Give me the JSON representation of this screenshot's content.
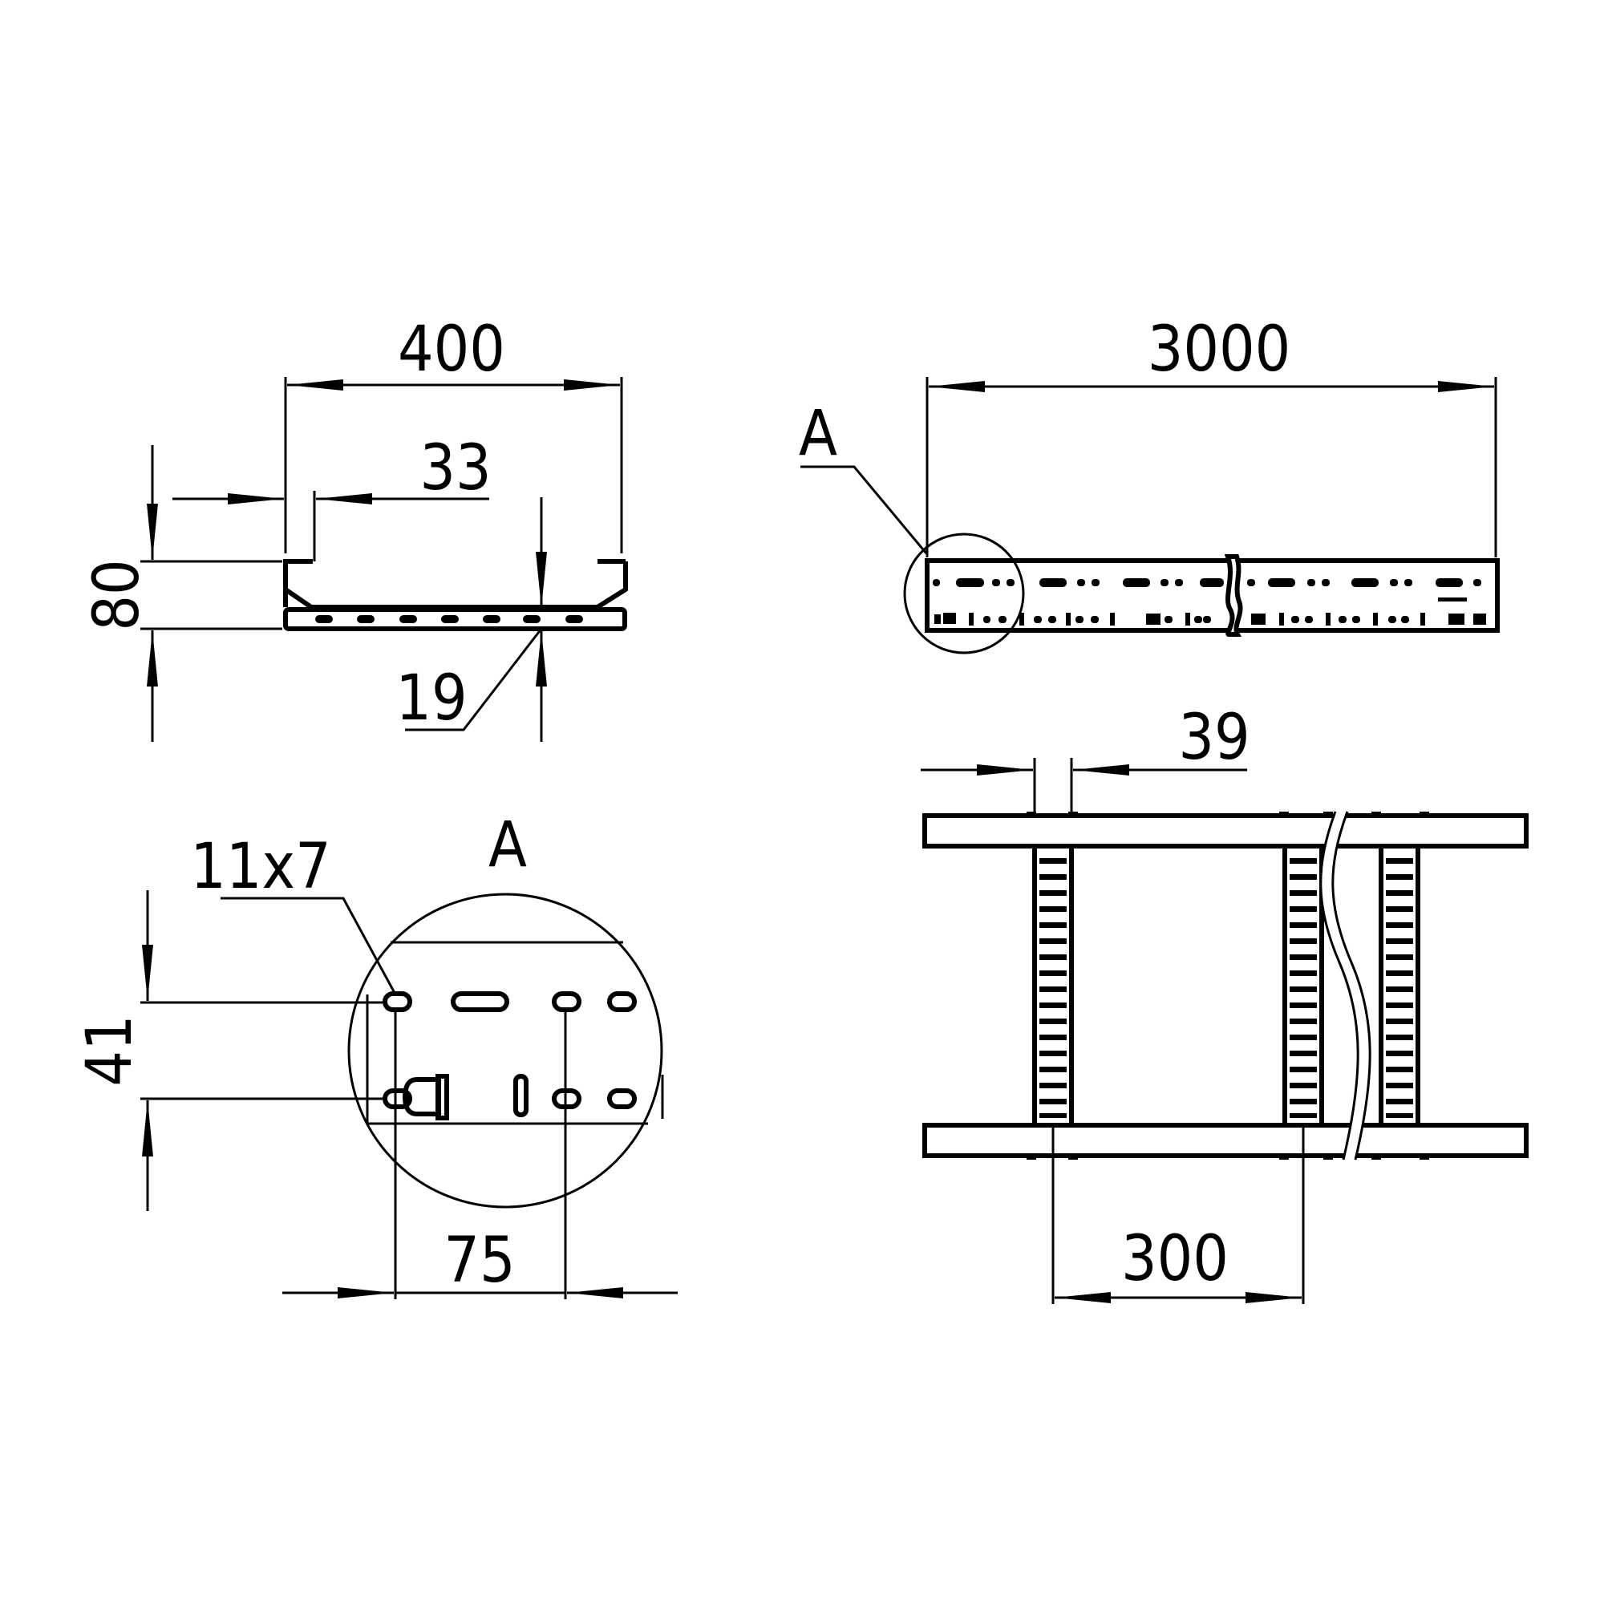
{
  "drawing": {
    "dimensions": {
      "width_400": "400",
      "side_33": "33",
      "height_80": "80",
      "depth_19": "19",
      "length_3000": "3000",
      "rung_39": "39",
      "rung_pitch_300": "300",
      "hole_pitch_75": "75",
      "hole_rows_41": "41",
      "hole_size": "11x7"
    },
    "labels": {
      "detail_ref": "A",
      "detail_title": "A"
    }
  }
}
